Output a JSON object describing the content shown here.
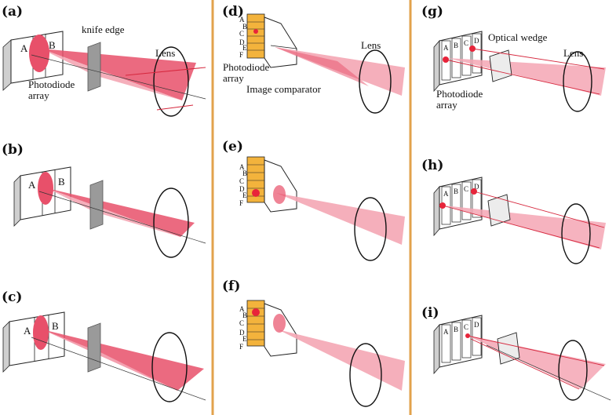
{
  "colors": {
    "divider": "#e2a24c",
    "beam_dark": "#e8506a",
    "beam_light": "#f4a6b4",
    "beam_line": "#d6283e",
    "spot": "#e8243a",
    "wedge_fill": "#ececec",
    "knife_fill": "#9a9a9a",
    "array_yellow": "#f3b33c"
  },
  "panels": {
    "a": {
      "label": "(a)"
    },
    "b": {
      "label": "(b)"
    },
    "c": {
      "label": "(c)"
    },
    "d": {
      "label": "(d)"
    },
    "e": {
      "label": "(e)"
    },
    "f": {
      "label": "(f)"
    },
    "g": {
      "label": "(g)"
    },
    "h": {
      "label": "(h)"
    },
    "i": {
      "label": "(i)"
    }
  },
  "text": {
    "knife_edge": "knife edge",
    "lens_a": "Lens",
    "photodiode_a_1": "Photodiode",
    "photodiode_a_2": "array",
    "lens_d": "Lens",
    "photodiode_d_1": "Photodiode",
    "photodiode_d_2": "array",
    "image_comparator": "Image comparator",
    "optical_wedge": "Optical wedge",
    "lens_g": "Lens",
    "photodiode_g_1": "Photodiode",
    "photodiode_g_2": "array"
  },
  "segments": {
    "ab": [
      "A",
      "B"
    ],
    "abcd": [
      "A",
      "B",
      "C",
      "D"
    ],
    "six": [
      "A",
      "B",
      "C",
      "D",
      "E",
      "F"
    ]
  }
}
